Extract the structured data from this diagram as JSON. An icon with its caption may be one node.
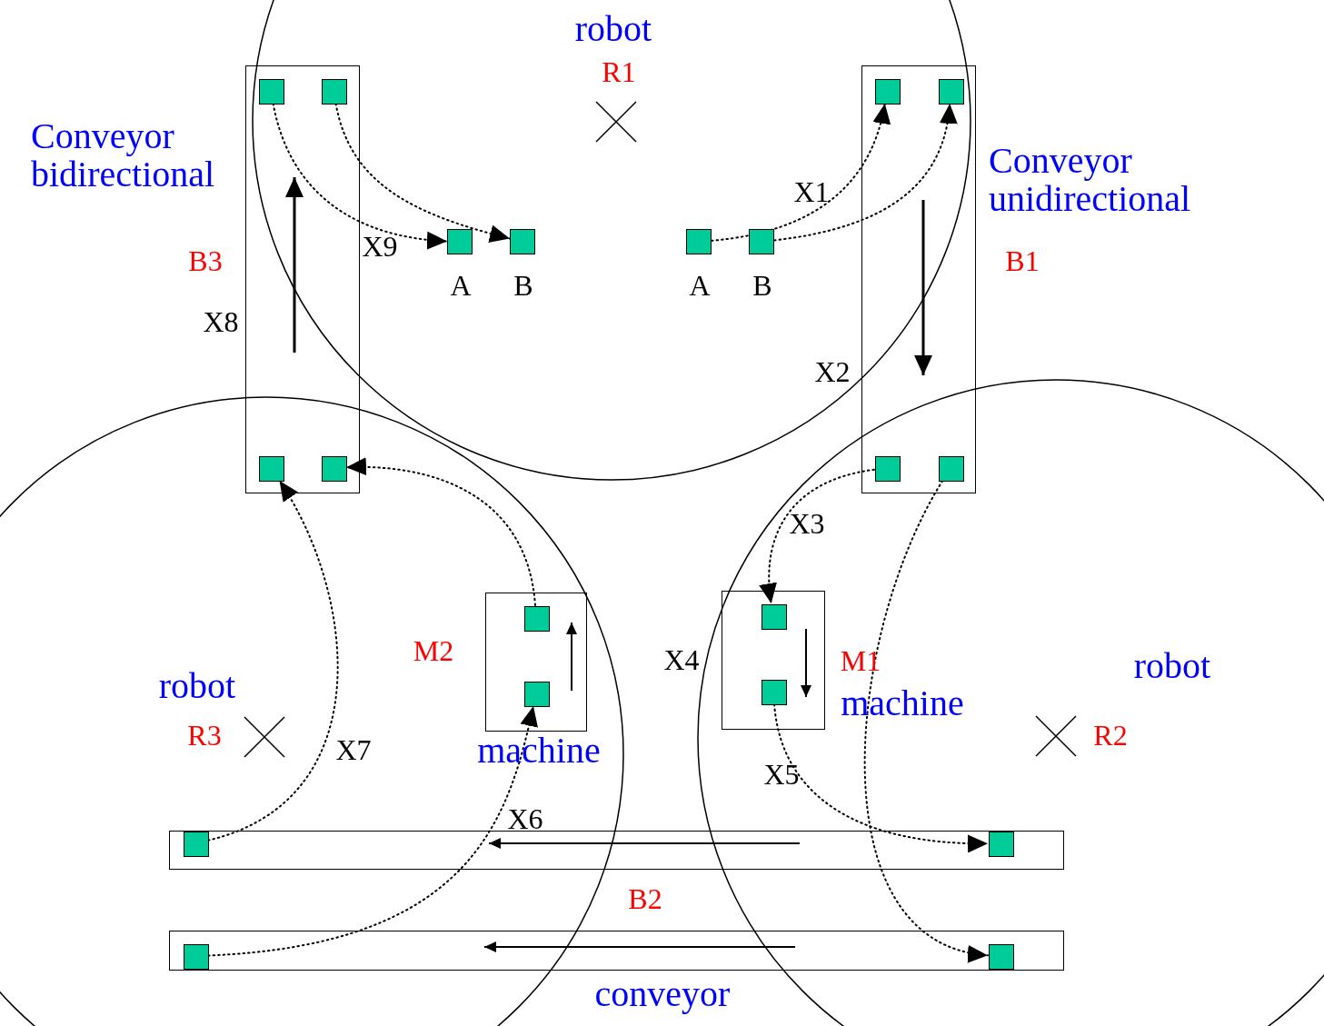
{
  "diagram": {
    "nodes": [
      {
        "text": [
          "Conveyor bidirectional",
          "B3"
        ]
      },
      {
        "text": [],
        "shape": "box",
        "in": 0
      },
      {
        "text": [],
        "shape": "box",
        "in": 0
      },
      {
        "text": [
          "Conveyor unidirectional",
          "B1"
        ]
      },
      {
        "text": [],
        "shape": "box",
        "in": 3
      },
      {
        "text": [],
        "shape": "box",
        "in": 3
      },
      {
        "text": [],
        "shape": "box",
        "beside": [
          "A"
        ]
      },
      {
        "text": [],
        "shape": "box",
        "beside": [
          "B"
        ]
      },
      {
        "text": [],
        "shape": "box",
        "beside": [
          "A"
        ]
      },
      {
        "text": [],
        "shape": "box",
        "beside": [
          "B"
        ]
      },
      {
        "text": [],
        "shape": "box",
        "in": 0
      },
      {
        "text": [],
        "shape": "box",
        "in": 0
      },
      {
        "text": [],
        "shape": "box",
        "in": 3
      },
      {
        "text": [],
        "shape": "box",
        "in": 3
      },
      {
        "text": [
          "M2",
          "machine"
        ]
      },
      {
        "text": [],
        "shape": "box",
        "in": 14
      },
      {
        "text": [],
        "shape": "box",
        "in": 14
      },
      {
        "text": [
          "M1",
          "machine"
        ]
      },
      {
        "text": [],
        "shape": "box",
        "in": 17
      },
      {
        "text": [],
        "shape": "box",
        "in": 17
      },
      {
        "text": [],
        "shape": "box"
      },
      {
        "text": [],
        "shape": "box",
        "in": 20
      },
      {
        "text": [],
        "shape": "box",
        "in": 20
      },
      {
        "text": [],
        "shape": "box",
        "beside": [
          "conveyor"
        ]
      },
      {
        "text": [],
        "shape": "box",
        "in": 23
      },
      {
        "text": [],
        "shape": "box",
        "in": 23
      }
    ],
    "edges": [
      {
        "from": 1,
        "to": 6,
        "arrow": "to",
        "label": "X9"
      },
      {
        "from": 2,
        "to": 7,
        "arrow": "to"
      },
      {
        "from": 8,
        "to": 4,
        "arrow": "to",
        "label": "X1"
      },
      {
        "from": 9,
        "to": 5,
        "arrow": "to"
      },
      {
        "from": 12,
        "to": 18,
        "arrow": "to",
        "label": "X3"
      },
      {
        "from": 19,
        "to": 22,
        "arrow": "to",
        "label": "X5"
      },
      {
        "from": 13,
        "to": 25,
        "arrow": "to"
      },
      {
        "from": 24,
        "to": 16,
        "arrow": "to",
        "label": "X6"
      },
      {
        "from": 21,
        "to": 10,
        "arrow": "to",
        "label": "X7"
      },
      {
        "from": 15,
        "to": 11,
        "arrow": "to"
      }
    ],
    "labels": [
      "robot",
      "R1",
      "X8",
      "X2",
      "X4",
      "robot",
      "robot",
      "R3",
      "R2",
      "B2"
    ]
  }
}
